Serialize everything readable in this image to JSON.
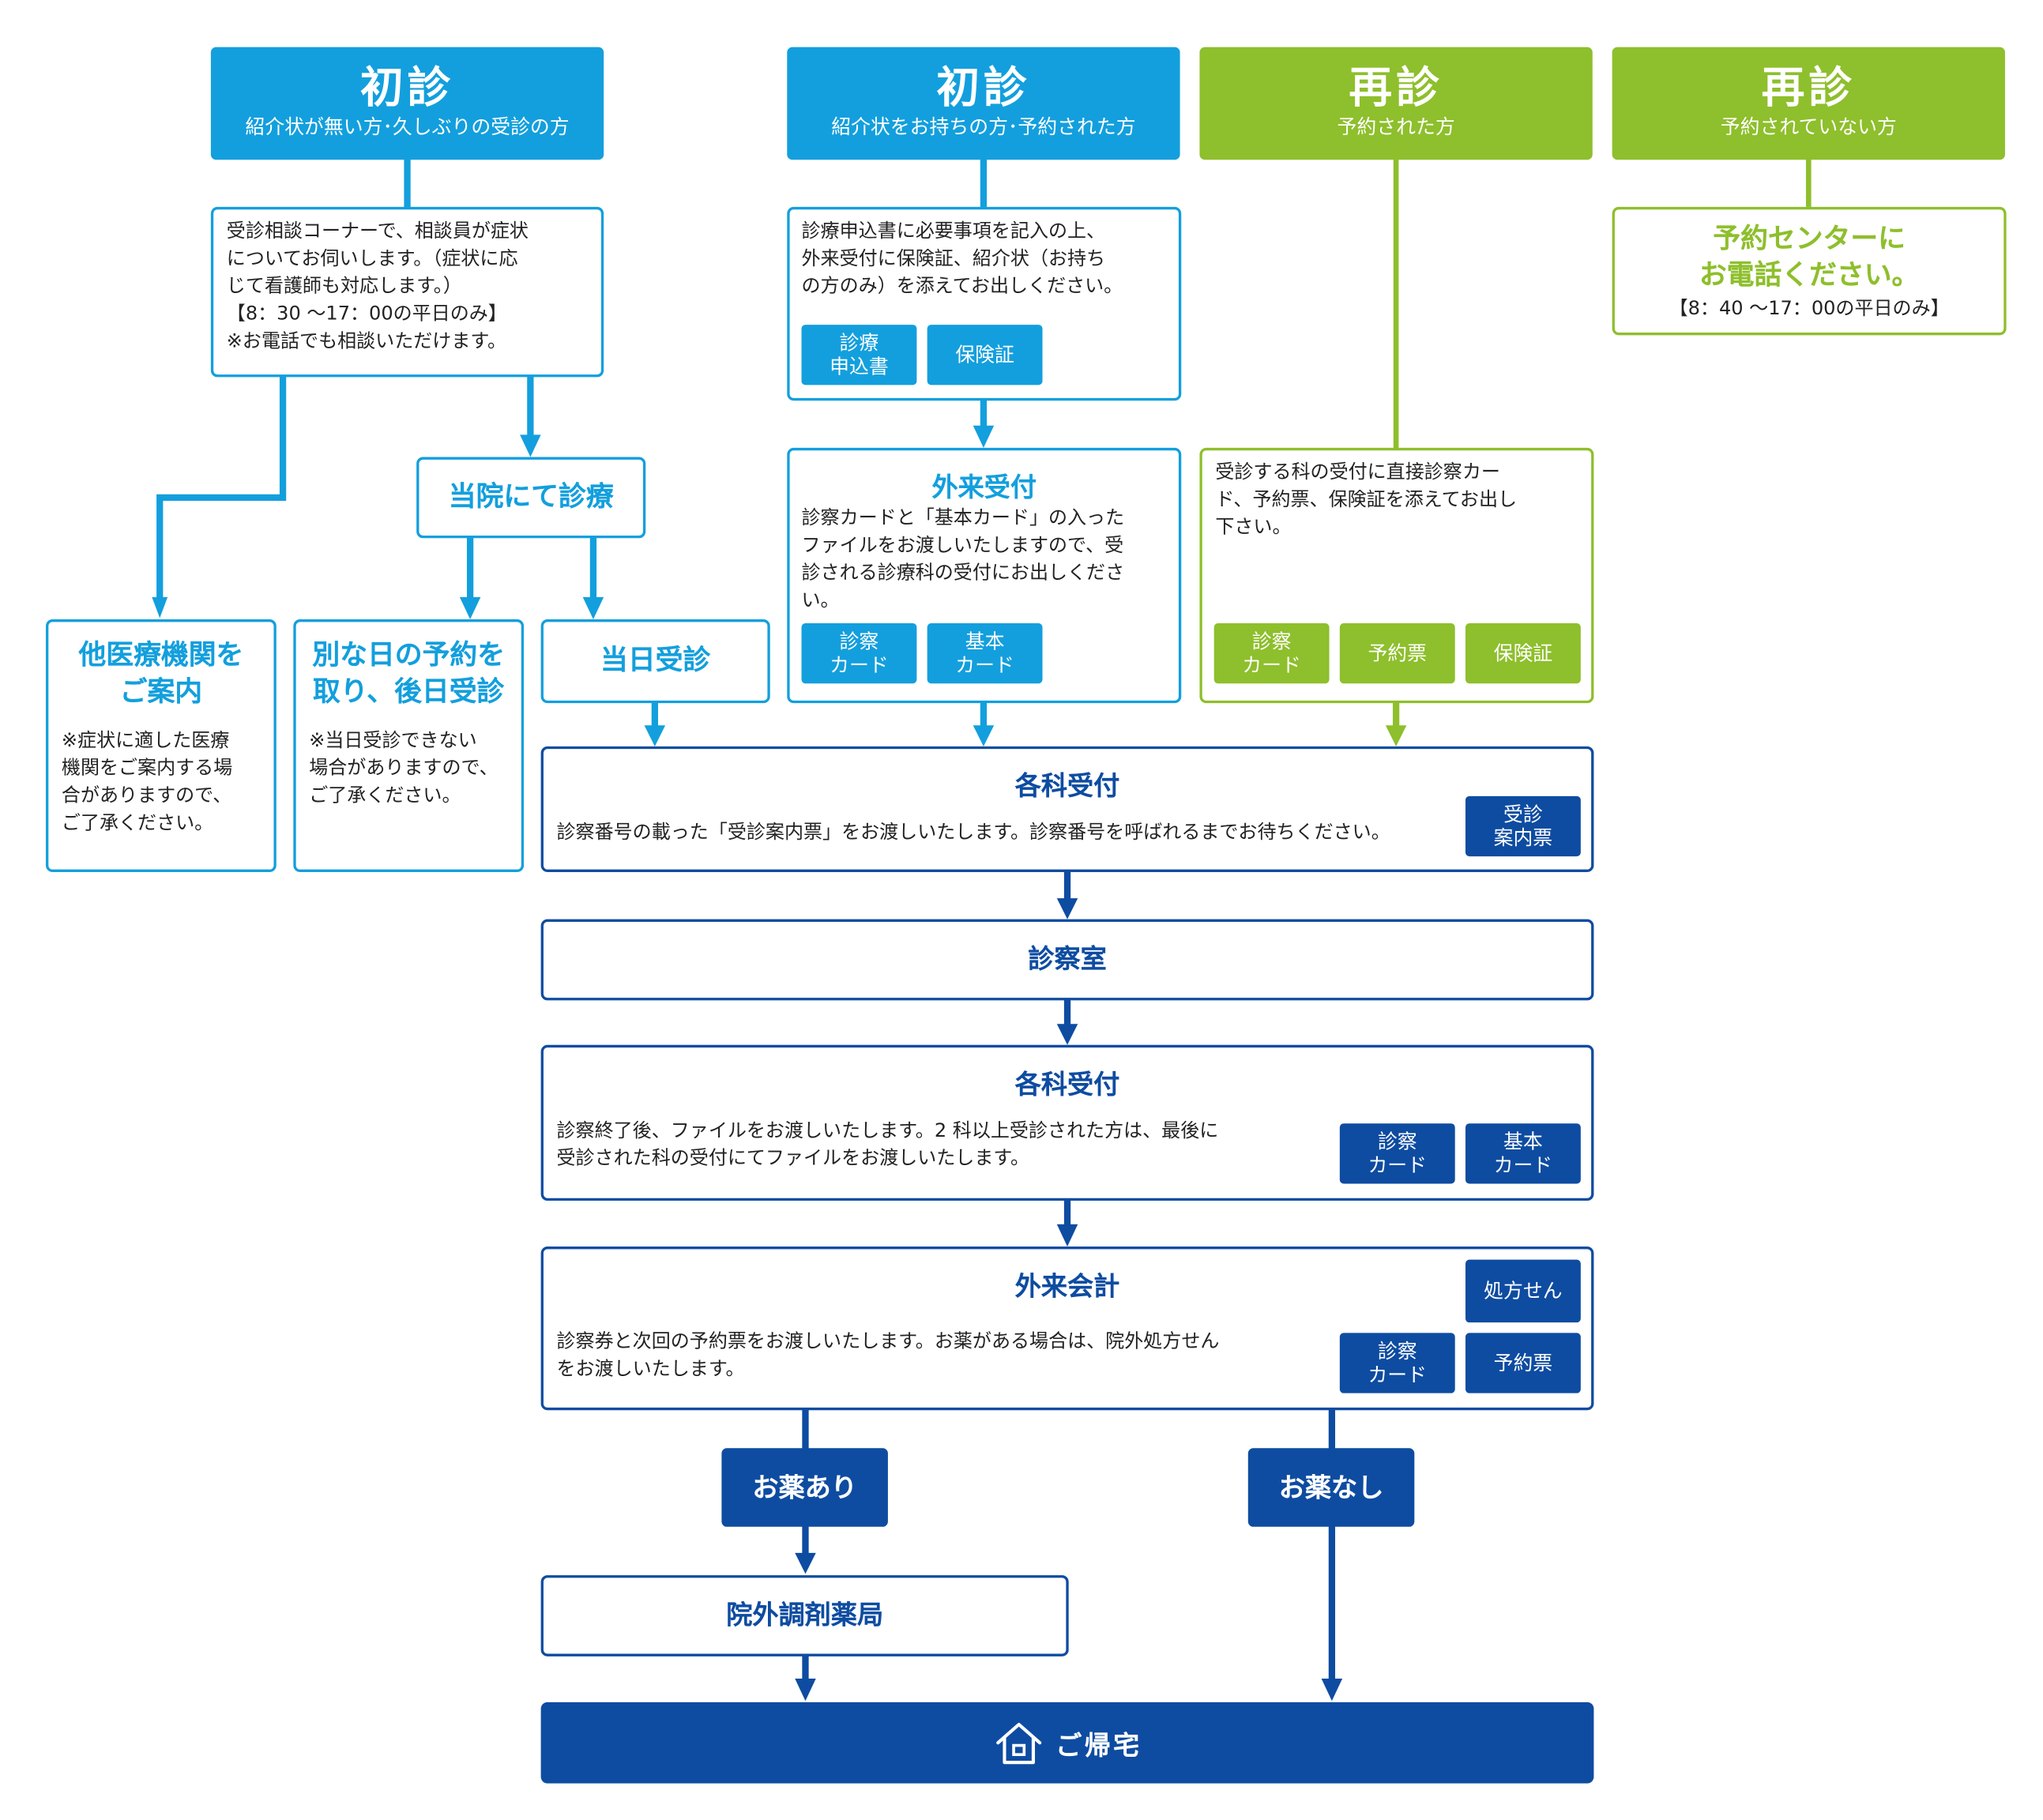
{
  "headers": {
    "first_no_referral": {
      "title": "初診",
      "subtitle": "紹介状が無い方･久しぶりの受診の方"
    },
    "first_referral": {
      "title": "初診",
      "subtitle": "紹介状をお持ちの方･予約された方"
    },
    "return_reserved": {
      "title": "再診",
      "subtitle": "予約された方"
    },
    "return_unreserved": {
      "title": "再診",
      "subtitle": "予約されていない方"
    }
  },
  "consult_corner": {
    "text": "受診相談コーナーで、相談員が症状\nについてお伺いします。（症状に応\nじて看護師も対応します。）\n【8：30 ～17：00の平日のみ】\n※お電話でも相談いただけます。"
  },
  "application": {
    "text": "診療申込書に必要事項を記入の上、\n外来受付に保険証、紹介状（お持ち\nの方のみ）を添えてお出しください。",
    "tags": [
      "診療\n申込書",
      "保険証"
    ]
  },
  "reservation_center": {
    "title": "予約センターに\nお電話ください。",
    "hours": "【8：40 ～17：00の平日のみ】"
  },
  "treat_here": {
    "label": "当院にて診療"
  },
  "outpatient_reception": {
    "title": "外来受付",
    "text": "診察カードと「基本カード」の入った\nファイルをお渡しいたしますので、受\n診される診療科の受付にお出しくださ\nい。",
    "tags": [
      "診察\nカード",
      "基本\nカード"
    ]
  },
  "direct_department": {
    "text": "受診する科の受付に直接診察カー\nド、予約票、保険証を添えてお出し\n下さい。",
    "tags": [
      "診察\nカード",
      "予約票",
      "保険証"
    ]
  },
  "other_institution": {
    "title": "他医療機関を\nご案内",
    "text": "※症状に適した医療\n機関をご案内する場\n合がありますので、\nご了承ください。"
  },
  "another_day": {
    "title": "別な日の予約を\n取り、後日受診",
    "text": "※当日受診できない\n場合がありますので、\nご了承ください。"
  },
  "same_day": {
    "label": "当日受診"
  },
  "dept_reception_1": {
    "title": "各科受付",
    "text": "診察番号の載った「受診案内票」をお渡しいたします。診察番号を呼ばれるまでお待ちください。",
    "tags": [
      "受診\n案内票"
    ]
  },
  "exam_room": {
    "label": "診察室"
  },
  "dept_reception_2": {
    "title": "各科受付",
    "text": "診察終了後、ファイルをお渡しいたします。2 科以上受診された方は、最後に\n受診された科の受付にてファイルをお渡しいたします。",
    "tags": [
      "診察\nカード",
      "基本\nカード"
    ]
  },
  "accounting": {
    "title": "外来会計",
    "text": "診察券と次回の予約票をお渡しいたします。お薬がある場合は、院外処方せん\nをお渡しいたします。",
    "tags": [
      "処方せん",
      "診察\nカード",
      "予約票"
    ]
  },
  "branch": {
    "with_medicine": "お薬あり",
    "without_medicine": "お薬なし"
  },
  "pharmacy": {
    "label": "院外調剤薬局"
  },
  "go_home": {
    "label": "ご帰宅",
    "icon": "house-icon"
  },
  "colors": {
    "light_blue": "#139fdd",
    "green": "#8ebf2c",
    "dark_blue": "#0e4ca1"
  }
}
